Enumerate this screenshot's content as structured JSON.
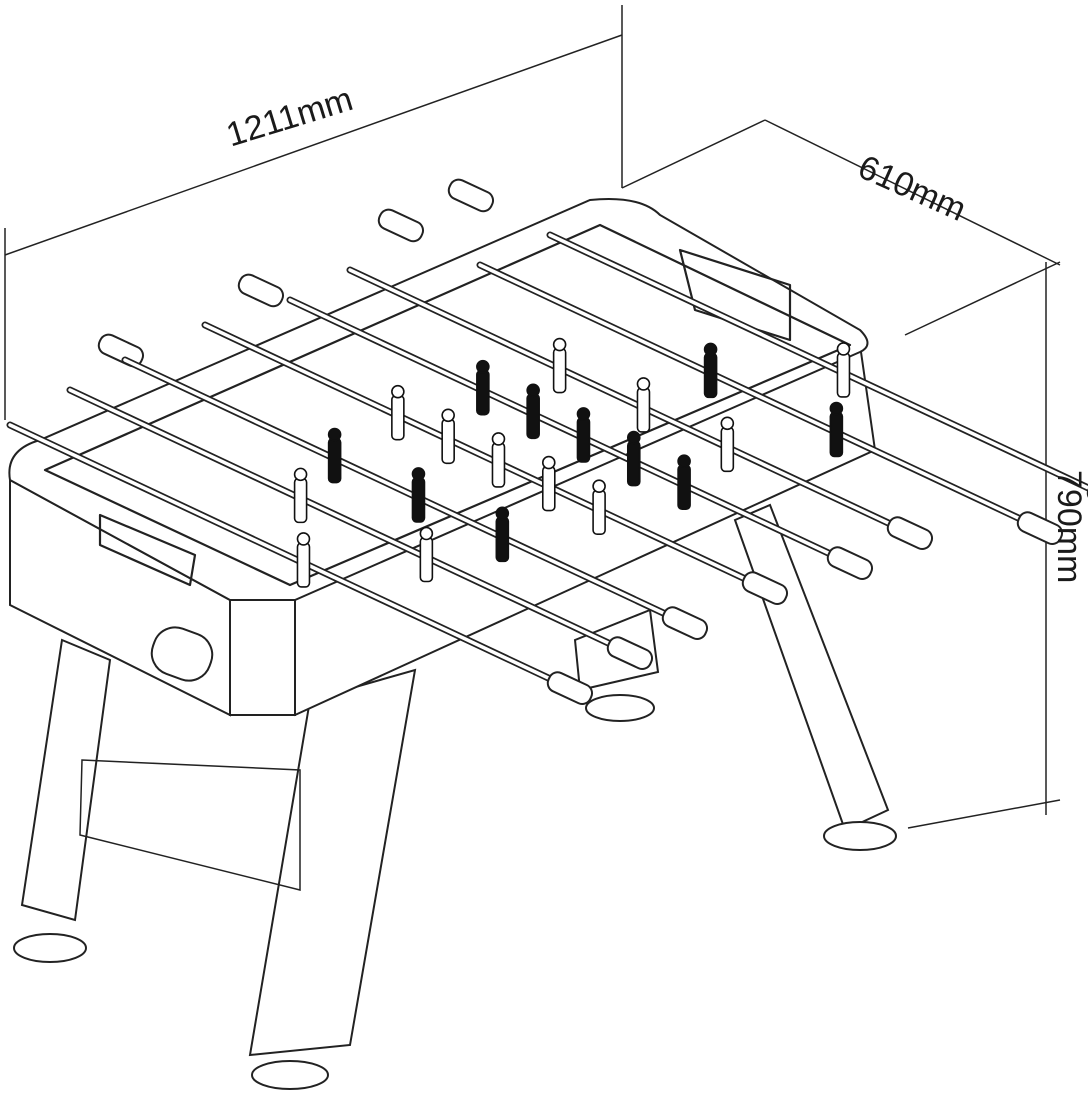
{
  "dimensions": {
    "length_label": "1211mm",
    "depth_label": "610mm",
    "height_label": "790mm"
  },
  "colors": {
    "line": "#222222",
    "dark_team": "#111111",
    "background": "#ffffff"
  }
}
